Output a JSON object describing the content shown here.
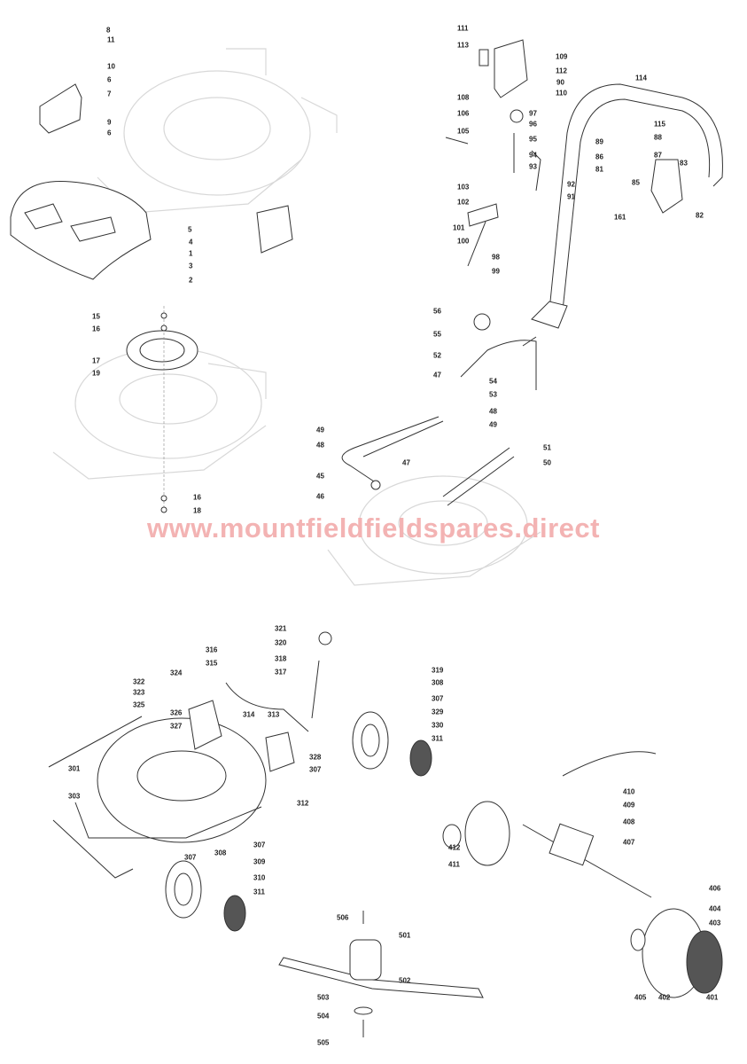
{
  "watermark": "www.mountfieldfieldspares.direct",
  "labels": {
    "front_cover": [
      "8",
      "11",
      "10",
      "6",
      "7",
      "9",
      "6",
      "5",
      "4",
      "1",
      "3",
      "2"
    ],
    "bearing_plate": [
      "15",
      "16",
      "17",
      "19",
      "16",
      "18"
    ],
    "handle": [
      "111",
      "113",
      "109",
      "112",
      "108",
      "110",
      "90",
      "106",
      "105",
      "97",
      "96",
      "95",
      "114",
      "115",
      "89",
      "88",
      "86",
      "87",
      "94",
      "93",
      "81",
      "83",
      "103",
      "102",
      "92",
      "85",
      "91",
      "161",
      "82",
      "101",
      "100",
      "98",
      "99"
    ],
    "lower_handle": [
      "56",
      "55",
      "52",
      "47",
      "54",
      "53",
      "48",
      "49",
      "49",
      "48",
      "47",
      "45",
      "46",
      "51",
      "50"
    ],
    "deck": [
      "321",
      "320",
      "318",
      "317",
      "316",
      "315",
      "322",
      "324",
      "323",
      "325",
      "326",
      "327",
      "314",
      "313",
      "319",
      "308",
      "307",
      "329",
      "330",
      "311",
      "328",
      "307",
      "312",
      "301",
      "303",
      "307",
      "308",
      "307",
      "309",
      "310",
      "311"
    ],
    "gearbox": [
      "410",
      "409",
      "408",
      "407",
      "412",
      "411",
      "406",
      "404",
      "403",
      "405",
      "402",
      "401"
    ],
    "blade": [
      "506",
      "501",
      "503",
      "502",
      "504",
      "505"
    ]
  }
}
